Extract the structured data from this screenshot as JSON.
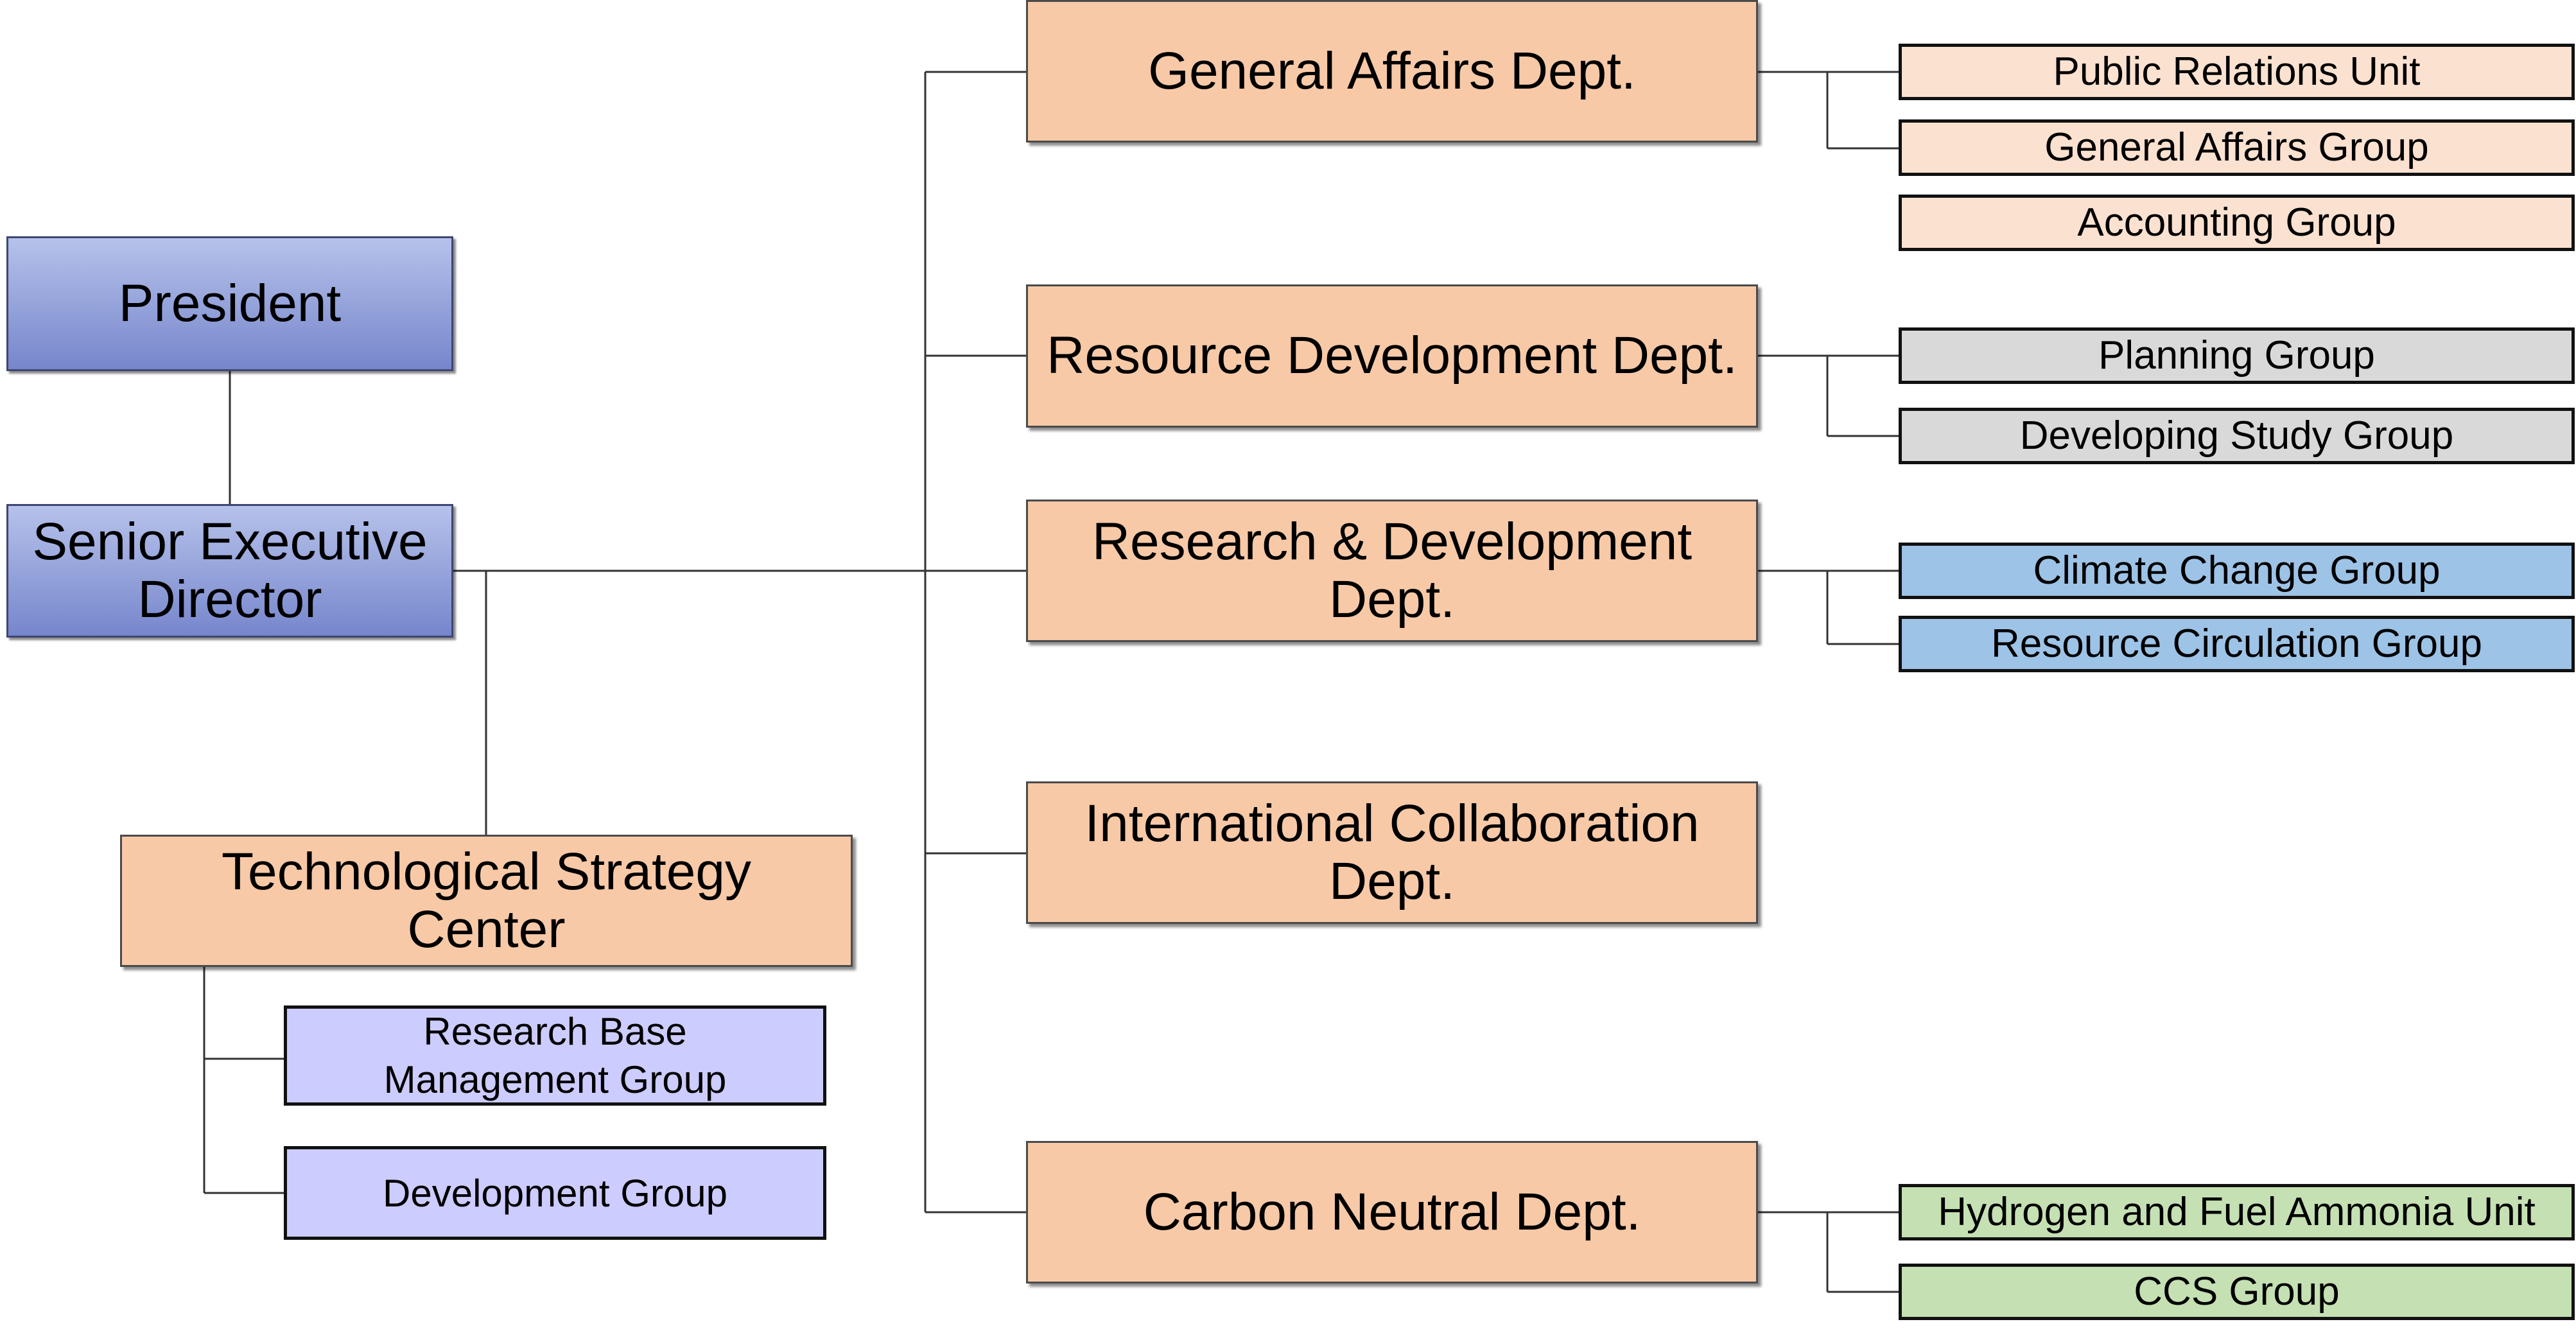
{
  "president": "President",
  "senior_executive": "Senior Executive\nDirector",
  "tech_center": {
    "name": "Technological Strategy\nCenter",
    "groups": [
      "Research Base\nManagement Group",
      "Development  Group"
    ]
  },
  "departments": [
    {
      "name": "General Affairs Dept.",
      "groups": [
        "Public Relations Unit",
        "General Affairs Group",
        "Accounting Group"
      ]
    },
    {
      "name": "Resource Development Dept.",
      "groups": [
        "Planning Group",
        "Developing Study Group"
      ]
    },
    {
      "name": "Research & Development\nDept.",
      "groups": [
        "Climate Change Group",
        "Resource Circulation Group"
      ]
    },
    {
      "name": "International Collaboration\nDept.",
      "groups": []
    },
    {
      "name": "Carbon Neutral Dept.",
      "groups": [
        "Hydrogen and Fuel Ammonia Unit",
        "CCS Group"
      ]
    }
  ],
  "colors": {
    "executive_fill_top": "#b6c2ea",
    "executive_fill_bottom": "#7686cc",
    "department_fill": "#f7c9a7",
    "general_affairs_groups": "#fbe1d0",
    "resource_development_groups": "#d9d9d9",
    "research_development_groups": "#9dc3e6",
    "carbon_neutral_groups": "#c5e0b3",
    "tech_center_groups": "#ccccff",
    "connector": "#333333"
  }
}
